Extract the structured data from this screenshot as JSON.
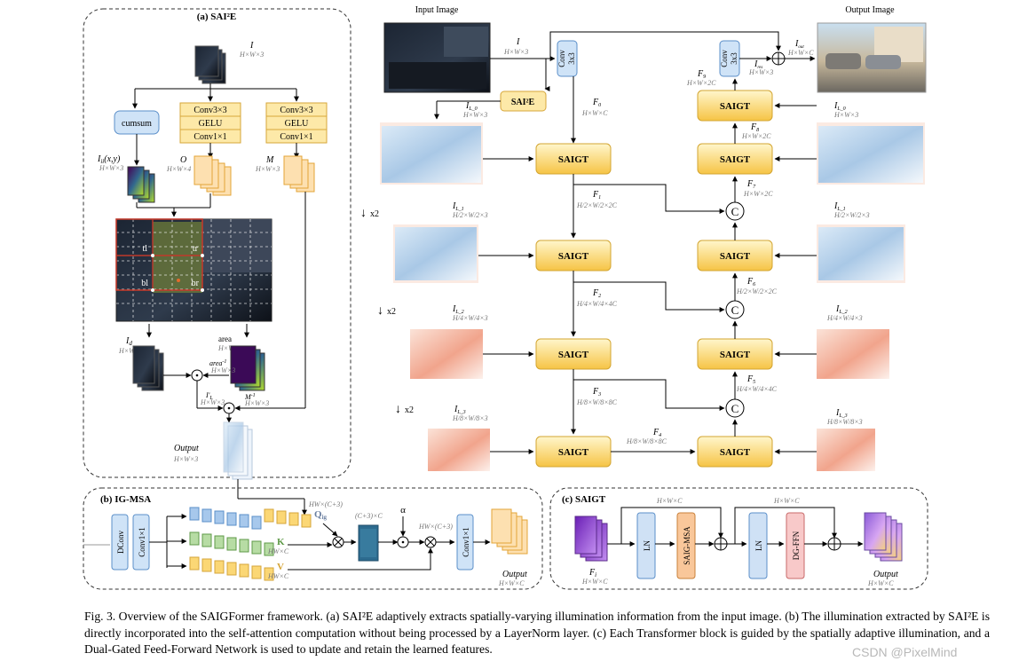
{
  "panels": {
    "a_title": "(a) SAI²E",
    "b_title": "(b) IG-MSA",
    "c_title": "(c) SAIGT"
  },
  "main": {
    "input_image_label": "Input Image",
    "output_image_label": "Output Image",
    "saigt_label": "SAIGT",
    "sai2e_label": "SAI²E",
    "conv_label_1": "Conv",
    "conv_label_2": "3x3",
    "concat_label": "C",
    "down_x2": "x2",
    "I": "I",
    "I_dim": "H×W×3",
    "I_out": "I",
    "I_out_sub": "out",
    "I_out_dim": "H×W×C",
    "I_res": "I",
    "I_res_sub": "res",
    "I_res_dim": "H×W×3",
    "F9": "F",
    "F9_sub": "9",
    "F9_dim": "H×W×2C",
    "F0": "F",
    "F0_sub": "0",
    "F0_dim": "H×W×C",
    "F1": "F",
    "F1_sub": "1",
    "F1_dim": "H/2×W/2×2C",
    "F2": "F",
    "F2_sub": "2",
    "F2_dim": "H/4×W/4×4C",
    "F3": "F",
    "F3_sub": "3",
    "F3_dim": "H/8×W/8×8C",
    "F4": "F",
    "F4_sub": "4",
    "F4_dim": "H/8×W/8×8C",
    "F5": "F",
    "F5_sub": "5",
    "F5_dim": "H/4×W/4×4C",
    "F6": "F",
    "F6_sub": "6",
    "F6_dim": "H/2×W/2×2C",
    "F7": "F",
    "F7_sub": "7",
    "F7_dim": "H×W×2C",
    "F8": "F",
    "F8_sub": "8",
    "F8_dim": "H×W×2C",
    "IL0": "I",
    "IL0_sub": "L_0",
    "IL0_dim": "H×W×3",
    "IL1": "I",
    "IL1_sub": "L_1",
    "IL1_dim": "H/2×W/2×3",
    "IL2": "I",
    "IL2_sub": "L_2",
    "IL2_dim": "H/4×W/4×3",
    "IL3": "I",
    "IL3_sub": "L_3",
    "IL3_dim": "H/8×W/8×3"
  },
  "sai2e": {
    "I": "I",
    "I_dim": "H×W×3",
    "cumsum": "cumsum",
    "conv3": "Conv3×3",
    "gelu": "GELU",
    "conv1": "Conv1×1",
    "Iii": "I",
    "Iii_sub": "ii",
    "Iii_arg": "(x,y)",
    "Iii_dim": "H×W×3",
    "O": "O",
    "O_dim": "H×W×4",
    "M": "M",
    "M_dim": "H×W×3",
    "tl": "tl",
    "tr": "tr",
    "bl": "bl",
    "br": "br",
    "Id": "I",
    "Id_sub": "d",
    "Id_dim": "H×W×3",
    "area": "area",
    "area_dim": "H×W×3",
    "area_inv": "area",
    "area_inv_sup": "-1",
    "area_inv_dim": "H×W×3",
    "M_inv": "M",
    "M_inv_sup": "-1",
    "M_inv_dim": "H×W×3",
    "I_prime": "I'",
    "I_prime_sub": "L",
    "I_prime_dim": "H×W×3",
    "output": "Output",
    "output_dim": "H×W×3"
  },
  "igmsa": {
    "dconv": "DConv",
    "conv1": "Conv1×1",
    "q": "Q",
    "q_sub": "ig",
    "q_dim": "HW×(C+3)",
    "k": "K",
    "k_dim": "HW×C",
    "v": "V",
    "v_dim": "HW×C",
    "attn_dim": "(C+3)×C",
    "alpha": "α",
    "out_dim_top": "HW×(C+3)",
    "conv_out": "Conv1×1",
    "output": "Output",
    "output_dim": "H×W×C"
  },
  "saigt_block": {
    "fi": "F",
    "fi_sub": "i",
    "fi_dim": "H×W×C",
    "ln1": "LN",
    "saig_msa": "SAIG-MSA",
    "ln2": "LN",
    "dg_ffn": "DG-FFN",
    "dim_top1": "H×W×C",
    "dim_top2": "H×W×C",
    "output": "Output",
    "output_dim": "H×W×C"
  },
  "caption": {
    "text": "Fig. 3.  Overview of the SAIGFormer framework. (a) SAI²E adaptively extracts spatially-varying illumination information from the input image. (b) The illumination extracted by SAI²E is directly incorporated into the self-attention computation without being processed by a LayerNorm layer. (c) Each Transformer block is guided by the spatially adaptive illumination, and a Dual-Gated Feed-Forward Network is used to update and retain the learned features."
  },
  "watermark": "CSDN @PixelMind",
  "colors": {
    "saigt_fill_top": "#fff6cc",
    "saigt_fill_bottom": "#f7c948",
    "conv_blue": "#cfe3f7",
    "conv_stroke": "#5b8fc9",
    "yellow_block": "#fde9a8",
    "grid_red": "#c0392b",
    "ln_blue": "#cfe1f5",
    "msa_orange": "#f9c79a",
    "ffn_pink": "#f8c9c9",
    "purple": "#9b59d0"
  }
}
